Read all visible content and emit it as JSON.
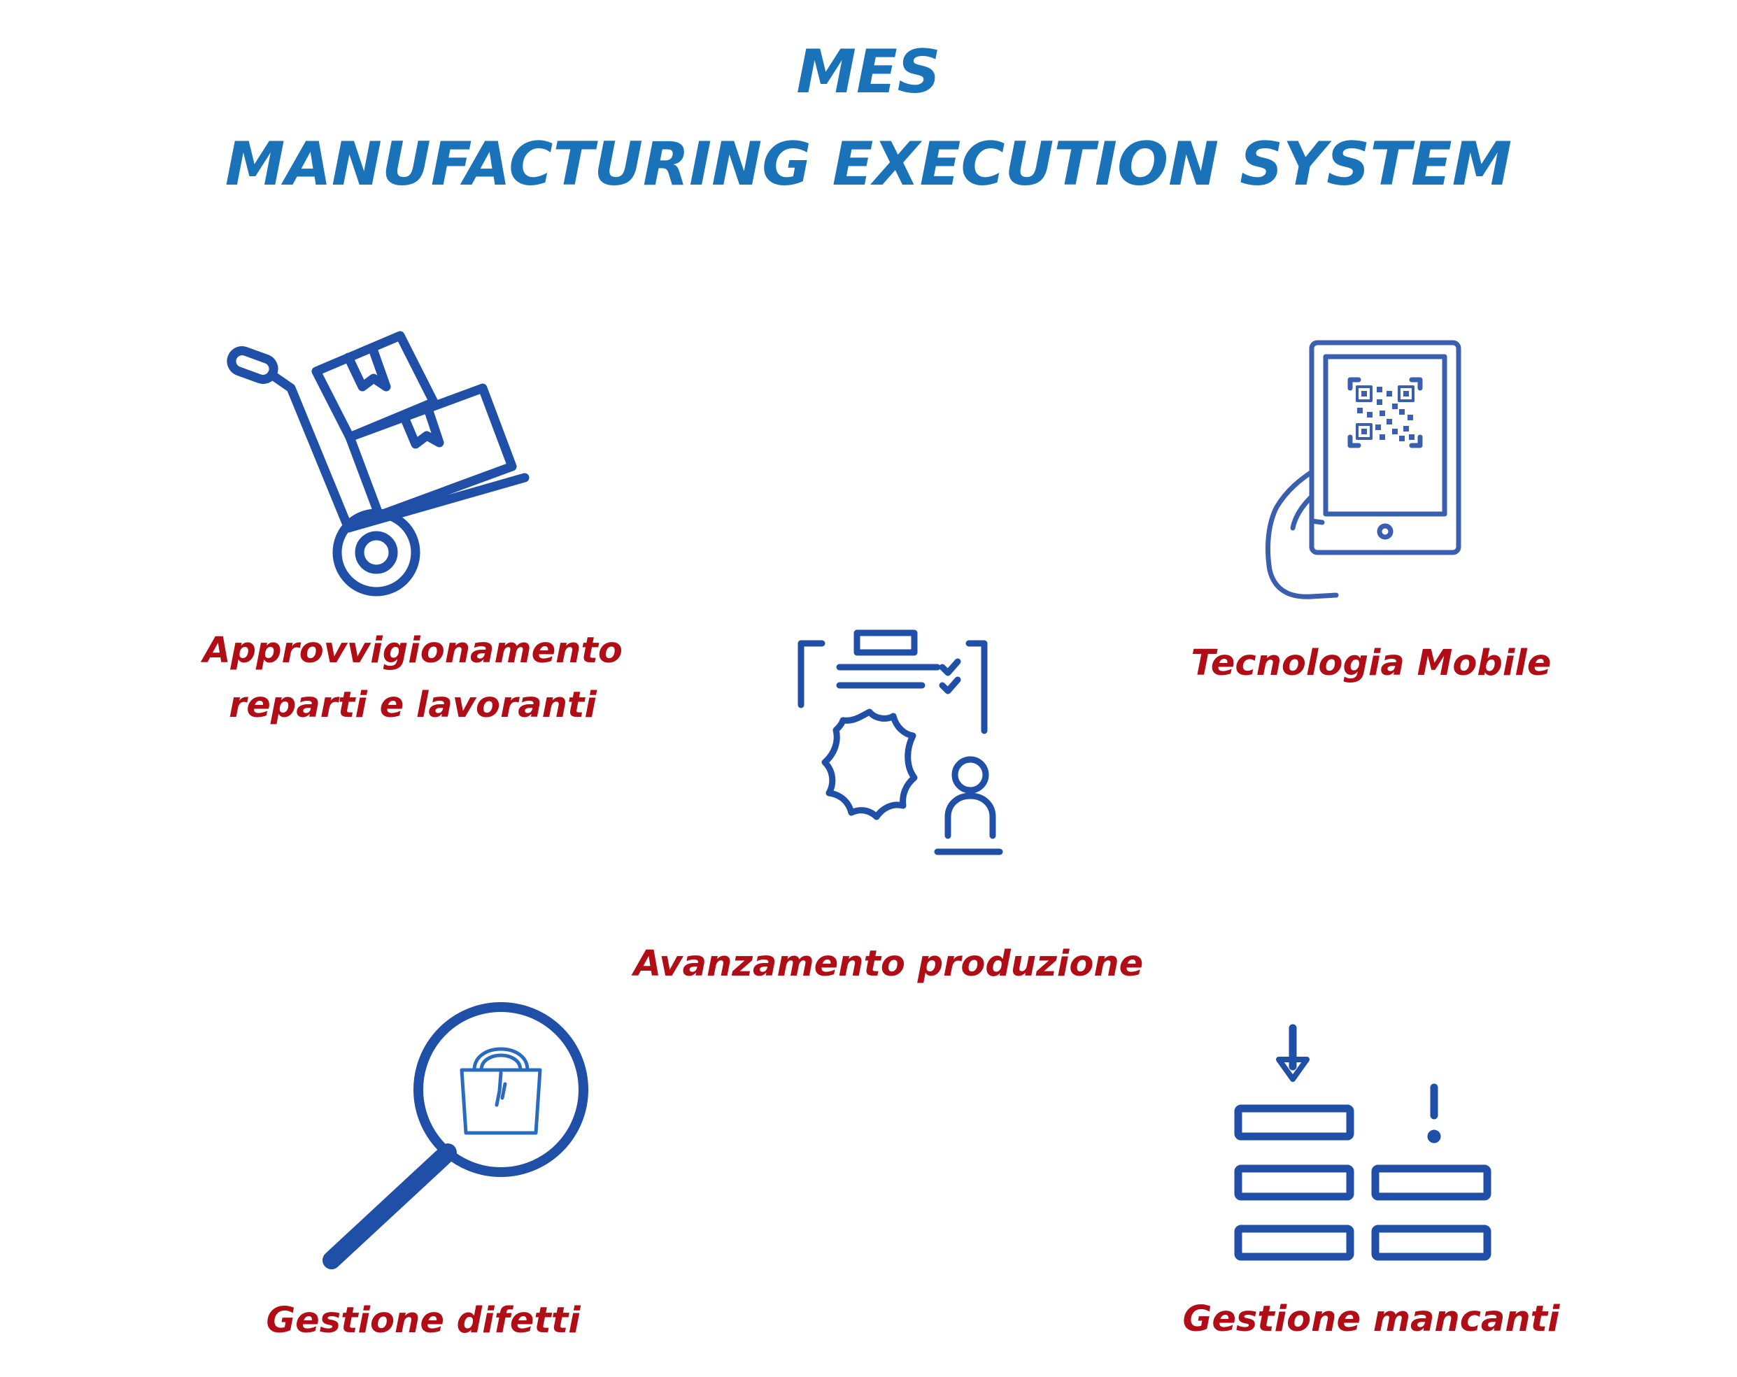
{
  "header": {
    "title_line1": "MES",
    "title_line2": "MANUFACTURING EXECUTION SYSTEM"
  },
  "features": {
    "supply": {
      "label_line1": "Approvvigionamento",
      "label_line2": "reparti e lavoranti",
      "icon": "hand-truck-icon"
    },
    "mobile": {
      "label": "Tecnologia Mobile",
      "icon": "tablet-qr-icon"
    },
    "progress": {
      "label": "Avanzamento produzione",
      "icon": "leather-worker-checklist-icon"
    },
    "defects": {
      "label": "Gestione difetti",
      "icon": "magnifier-bag-icon"
    },
    "missing": {
      "label": "Gestione mancanti",
      "icon": "stacked-bars-alert-icon"
    }
  },
  "colors": {
    "title": "#1a73b8",
    "label": "#b00d16",
    "icon": "#1f4fa6"
  }
}
